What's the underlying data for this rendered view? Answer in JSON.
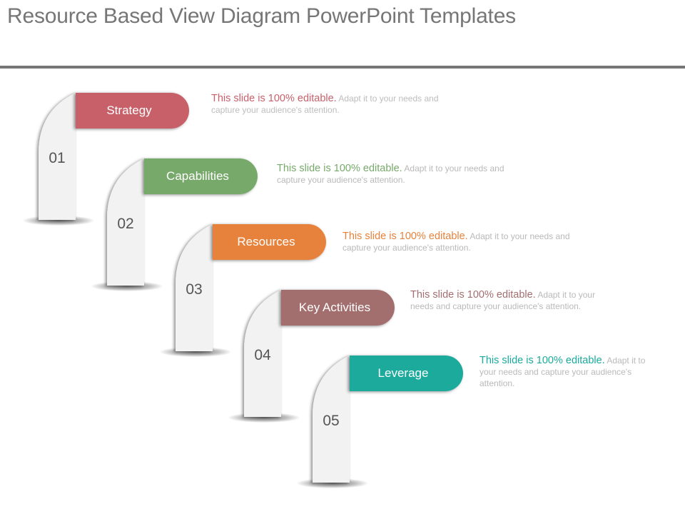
{
  "slide": {
    "title": "Resource Based View Diagram PowerPoint Templates"
  },
  "steps": [
    {
      "number": "01",
      "label": "Strategy",
      "color": "#c8606b",
      "desc_lead": "This slide is 100% editable.",
      "desc_rest": " Adapt it to your needs and capture your audience's attention."
    },
    {
      "number": "02",
      "label": "Capabilities",
      "color": "#77a96b",
      "desc_lead": "This slide is 100% editable.",
      "desc_rest": " Adapt it to your needs and capture your audience's attention."
    },
    {
      "number": "03",
      "label": "Resources",
      "color": "#e7823c",
      "desc_lead": "This slide is 100% editable.",
      "desc_rest": " Adapt it to your needs and capture your audience's attention."
    },
    {
      "number": "04",
      "label": "Key Activities",
      "color": "#a36e6e",
      "desc_lead": "This slide is 100% editable.",
      "desc_rest": " Adapt it to your needs and capture your audience's attention."
    },
    {
      "number": "05",
      "label": "Leverage",
      "color": "#1aaa9d",
      "desc_lead": "This slide is 100% editable.",
      "desc_rest": " Adapt it to your needs and capture your audience's attention."
    }
  ]
}
